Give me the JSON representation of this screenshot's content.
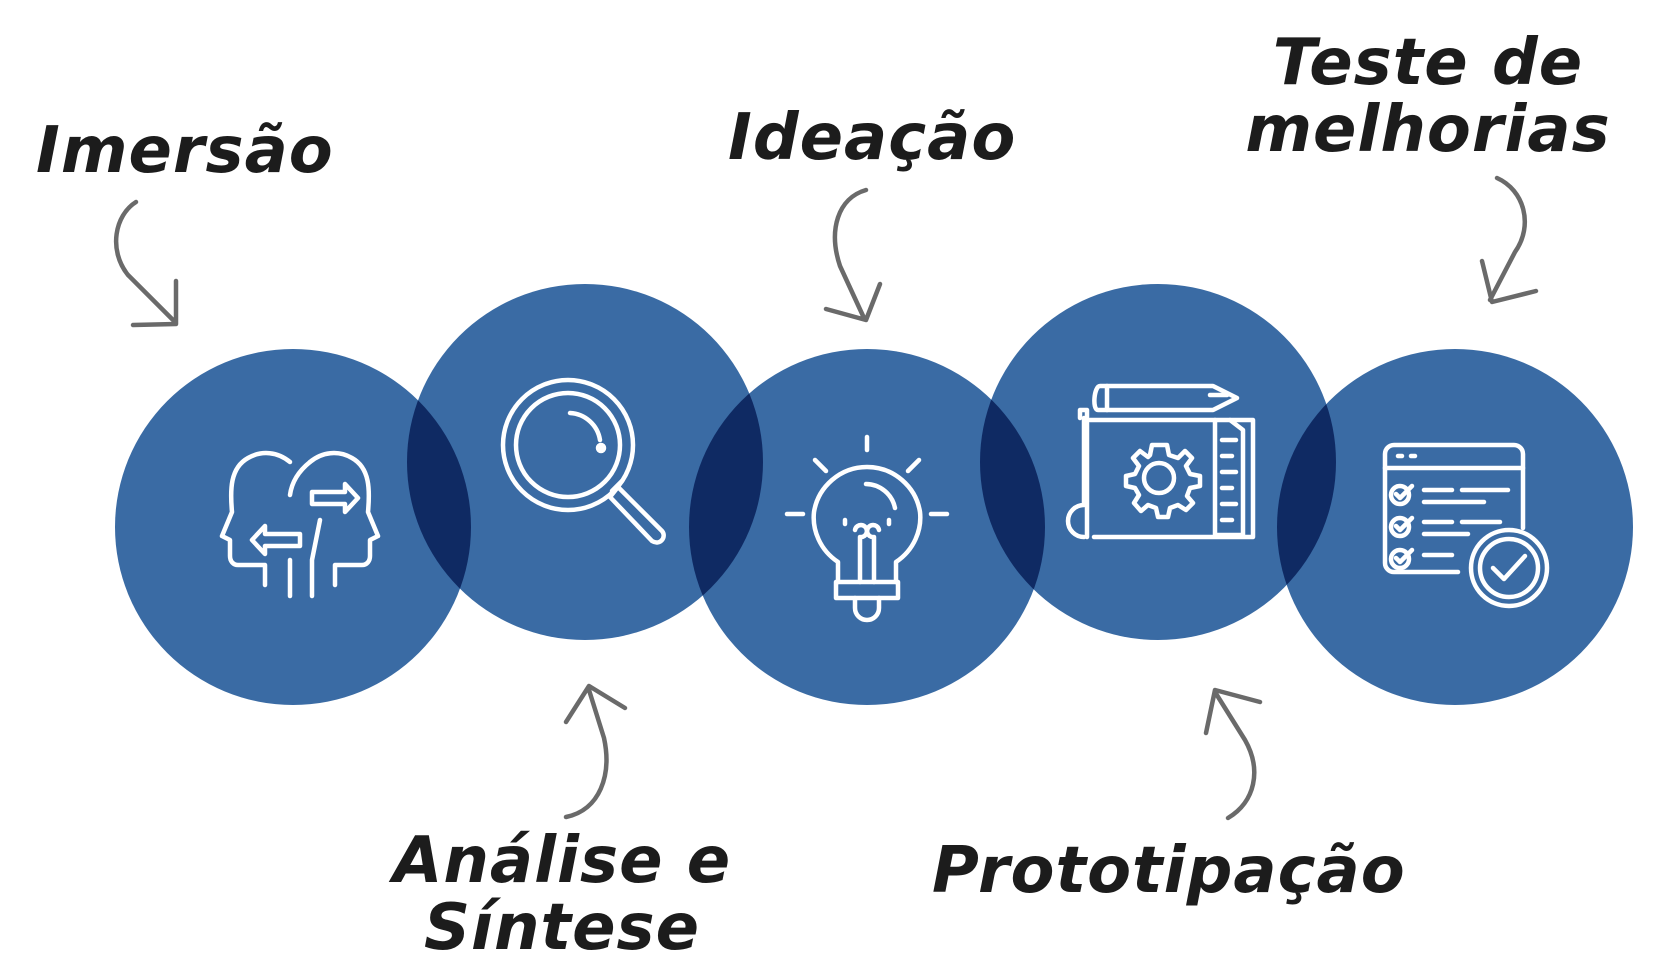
{
  "colors": {
    "circle": "#3a6ba4",
    "overlap": "#0f2a63",
    "icon_stroke": "#ffffff",
    "arrow": "#6a6a6a",
    "text": "#1c1c1c"
  },
  "steps": [
    {
      "label_lines": [
        "Imersão"
      ],
      "icon": "heads-swap-icon"
    },
    {
      "label_lines": [
        "Análise e",
        "Síntese"
      ],
      "icon": "magnifier-icon"
    },
    {
      "label_lines": [
        "Ideação"
      ],
      "icon": "lightbulb-icon"
    },
    {
      "label_lines": [
        "Prototipação"
      ],
      "icon": "blueprint-gear-icon"
    },
    {
      "label_lines": [
        "Teste de",
        "melhorias"
      ],
      "icon": "checklist-icon"
    }
  ]
}
